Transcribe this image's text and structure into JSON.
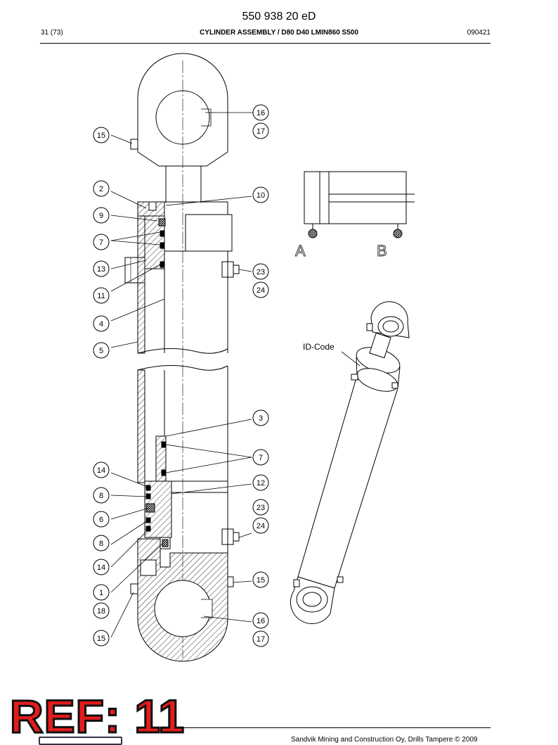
{
  "header": {
    "doc_number": "550 938 20 eD",
    "page": "31 (73)",
    "title": "CYLINDER ASSEMBLY / D80 D40 LMIN860 S500",
    "date": "090421"
  },
  "footer": {
    "copyright": "Sandvik Mining and Construction Oy, Drills Tampere © 2009"
  },
  "stamp": {
    "text": "REF: 11"
  },
  "schematic": {
    "port_a": "A",
    "port_b": "B"
  },
  "iso_view": {
    "id_code_label": "ID-Code"
  },
  "callouts": {
    "c16a": "16",
    "c17a": "17",
    "c15a": "15",
    "c2": "2",
    "c10": "10",
    "c9": "9",
    "c7a": "7",
    "c13": "13",
    "c23a": "23",
    "c24a": "24",
    "c11": "11",
    "c4": "4",
    "c5": "5",
    "c3": "3",
    "c7b": "7",
    "c14a": "14",
    "c12": "12",
    "c8a": "8",
    "c23b": "23",
    "c6": "6",
    "c24b": "24",
    "c8b": "8",
    "c14b": "14",
    "c15b": "15",
    "c1": "1",
    "c18": "18",
    "c16b": "16",
    "c15c": "15",
    "c17b": "17"
  },
  "colors": {
    "stamp_red": "#e41c1c",
    "line": "#000000"
  }
}
